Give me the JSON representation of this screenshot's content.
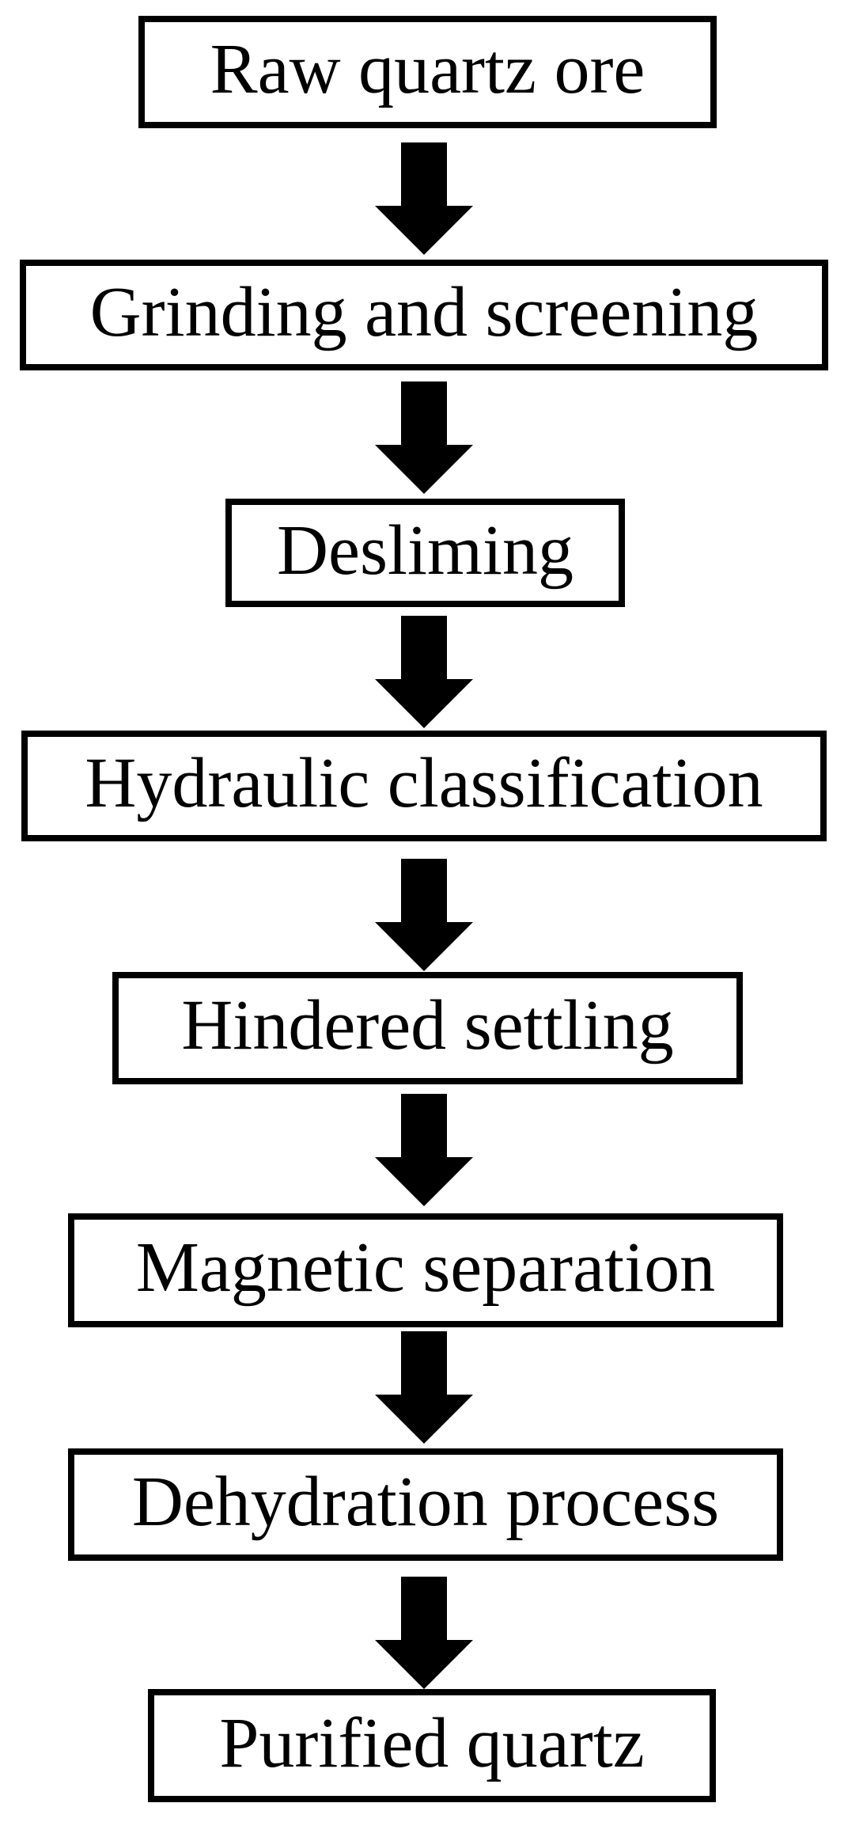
{
  "diagram": {
    "type": "flowchart",
    "direction": "top-down",
    "connector": "down-block-arrow",
    "steps": [
      {
        "label": "Raw quartz ore"
      },
      {
        "label": "Grinding and screening"
      },
      {
        "label": "Desliming"
      },
      {
        "label": "Hydraulic classification"
      },
      {
        "label": "Hindered settling"
      },
      {
        "label": "Magnetic separation"
      },
      {
        "label": "Dehydration process"
      },
      {
        "label": "Purified quartz"
      }
    ],
    "colors": {
      "background": "#ffffff",
      "box_fill": "#ffffff",
      "box_border": "#000000",
      "text": "#000000",
      "arrow": "#000000"
    }
  }
}
